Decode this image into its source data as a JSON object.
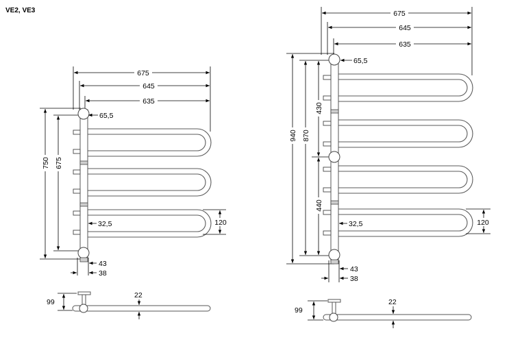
{
  "title": "VE2, VE3",
  "left": {
    "width_675": "675",
    "width_645": "645",
    "width_635": "635",
    "dia_65": "65,5",
    "height_750": "750",
    "height_675": "675",
    "spacing_120": "120",
    "offset_32": "32,5",
    "base_43": "43",
    "base_38": "38",
    "side_99": "99",
    "tube_22": "22"
  },
  "right": {
    "width_675": "675",
    "width_645": "645",
    "width_635": "635",
    "dia_65": "65,5",
    "height_940": "940",
    "height_870": "870",
    "section_430": "430",
    "section_440": "440",
    "spacing_120": "120",
    "offset_32": "32,5",
    "base_43": "43",
    "base_38": "38",
    "side_99": "99",
    "tube_22": "22"
  }
}
